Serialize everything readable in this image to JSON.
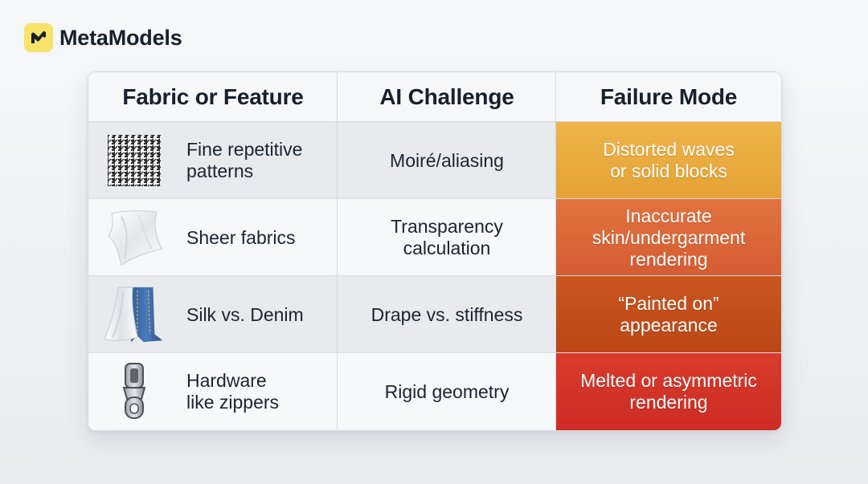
{
  "brand": {
    "name": "MetaModels",
    "logo_icon": "metamodels-logo-icon",
    "logo_color": "#f7e36a"
  },
  "table": {
    "headers": [
      "Fabric or Feature",
      "AI Challenge",
      "Failure Mode"
    ],
    "rows": [
      {
        "icon": "houndstooth-pattern-icon",
        "feature": "Fine repetitive\npatterns",
        "challenge": "Moiré/aliasing",
        "failure": "Distorted waves\nor solid blocks",
        "failure_color": "#e8a63a"
      },
      {
        "icon": "sheer-fabric-icon",
        "feature": "Sheer fabrics",
        "challenge": "Transparency\ncalculation",
        "failure": "Inaccurate\nskin/undergarment\nrendering",
        "failure_color": "#d9653a"
      },
      {
        "icon": "silk-denim-icon",
        "feature": "Silk vs. Denim",
        "challenge": "Drape vs. stiffness",
        "failure": "“Painted on”\nappearance",
        "failure_color": "#c24e1c"
      },
      {
        "icon": "zipper-icon",
        "feature": "Hardware\nlike zippers",
        "challenge": "Rigid geometry",
        "failure": "Melted or asymmetric\nrendering",
        "failure_color": "#d33129"
      }
    ]
  }
}
